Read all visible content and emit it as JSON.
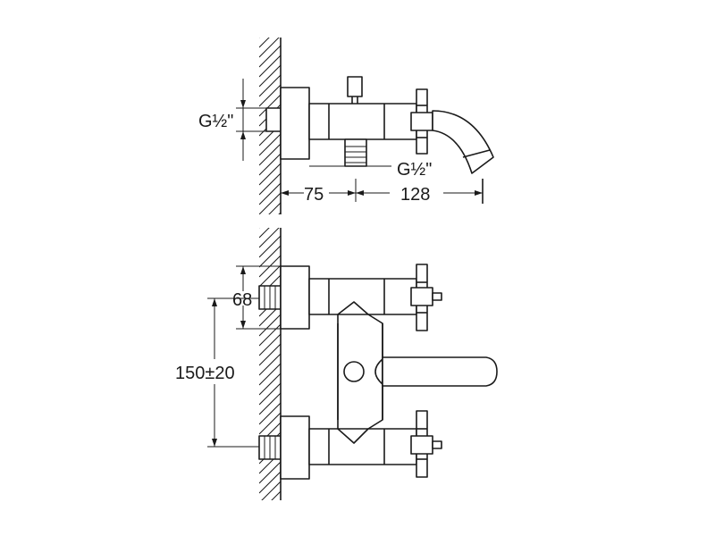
{
  "dimensions": {
    "top_thread": "G½\"",
    "bottom_thread": "G½\"",
    "wall_depth": "75",
    "spout_length": "128",
    "inlet_height": "68",
    "center_distance": "150±20"
  }
}
